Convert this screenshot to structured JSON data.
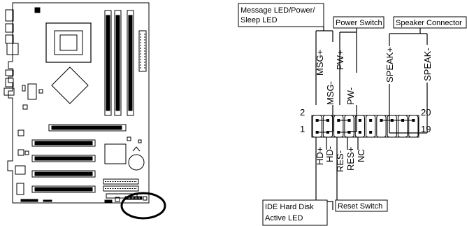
{
  "labels": {
    "message_led": [
      "Message LED/Power/",
      "Sleep LED"
    ],
    "power_switch": "Power Switch",
    "speaker_connector": "Speaker Connector",
    "ide_hdd": [
      "IDE Hard Disk",
      "Active LED"
    ],
    "reset_switch": "Reset Switch"
  },
  "top_pins": [
    "MSG+",
    "MSG-",
    "PW+",
    "PW-",
    "SPEAK+",
    "SPEAK-"
  ],
  "bottom_pins": [
    "HD+",
    "HD-",
    "RES-",
    "RES+",
    "NC"
  ],
  "pin_numbers": {
    "top_left": "2",
    "bottom_left": "1",
    "top_right": "20",
    "bottom_right": "19"
  }
}
